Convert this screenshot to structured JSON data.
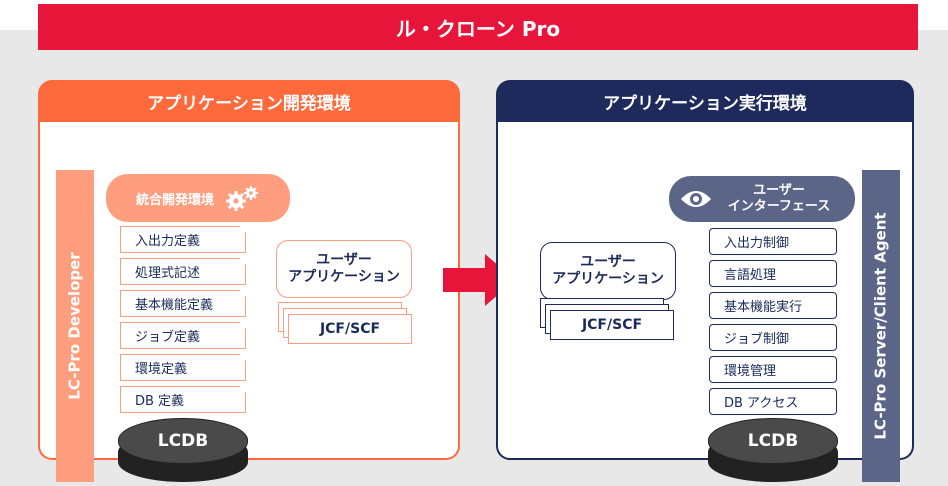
{
  "title": "ル・クローン Pro",
  "left_panel": {
    "header": "アプリケーション開発環境",
    "side_label": "LC-Pro Developer",
    "pill": "統合開発環境",
    "items": [
      "入出力定義",
      "処理式記述",
      "基本機能定義",
      "ジョブ定義",
      "環境定義",
      "DB 定義"
    ],
    "app_line1": "ユーザー",
    "app_line2": "アプリケーション",
    "jcf": "JCF/SCF",
    "db": "LCDB"
  },
  "right_panel": {
    "header": "アプリケーション実行環境",
    "side_label": "LC-Pro Server/Client Agent",
    "pill_line1": "ユーザー",
    "pill_line2": "インターフェース",
    "items": [
      "入出力制御",
      "言語処理",
      "基本機能実行",
      "ジョブ制御",
      "環境管理",
      "DB アクセス"
    ],
    "app_line1": "ユーザー",
    "app_line2": "アプリケーション",
    "jcf": "JCF/SCF",
    "db": "LCDB"
  },
  "colors": {
    "brand_red": "#e8153b",
    "dev_orange": "#ff6a3d",
    "dev_light": "#ff9d7f",
    "run_navy": "#1e2a5c",
    "run_slate": "#5b6588"
  },
  "icons": [
    "gear-icon",
    "eye-icon",
    "right-arrow-icon",
    "database-icon"
  ]
}
